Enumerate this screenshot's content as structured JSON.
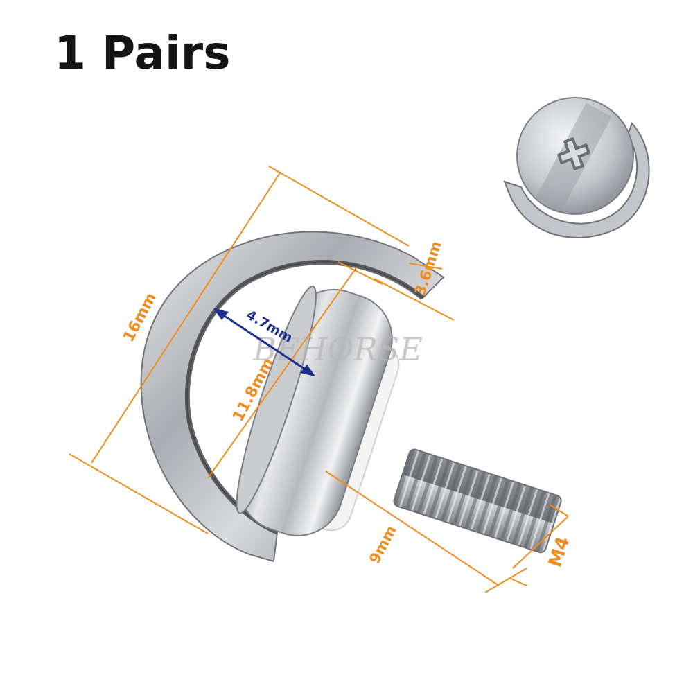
{
  "title": "1 Pairs",
  "watermark": "BEHORSE",
  "dimensions": {
    "ring_height": "16mm",
    "ring_inner": "11.8mm",
    "ring_gap": "4.7mm",
    "ring_thickness": "3.6mm",
    "thread_length": "9mm",
    "thread_size": "M4"
  },
  "colors": {
    "dimension_lines": "#f08c1e",
    "inner_arrow": "#1e2f8f",
    "metal": "#b9bcc0",
    "washer": "#f2f2f2"
  },
  "icons": {
    "top_view": "screw-top-view-icon",
    "product": "d-ring-screw-icon"
  }
}
